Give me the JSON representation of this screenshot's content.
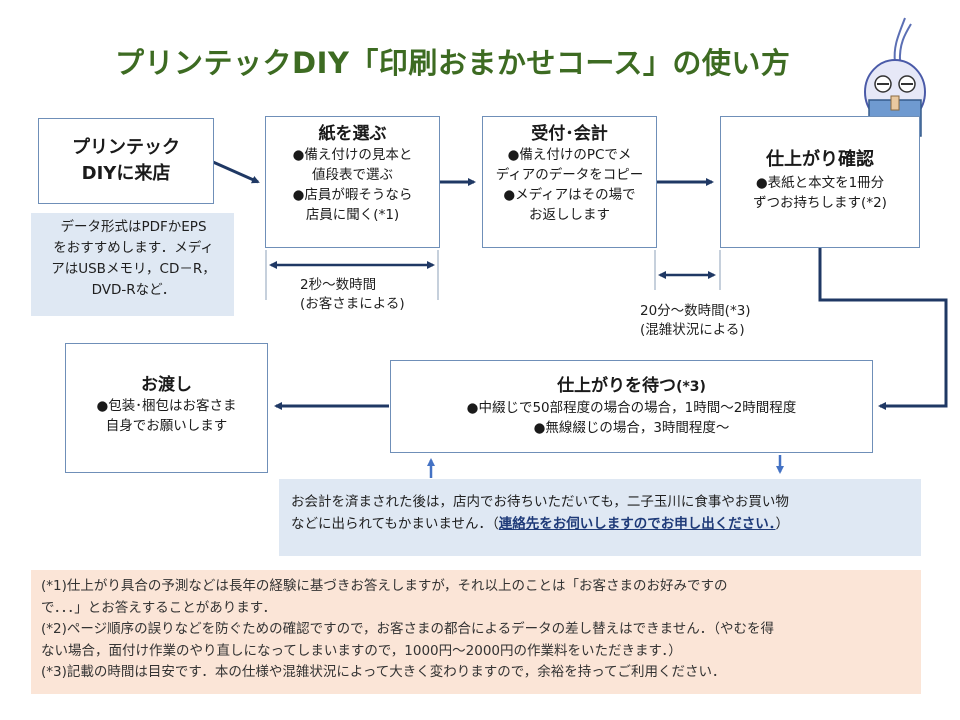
{
  "title": "プリンテックDIY「印刷おまかせコース」の使い方",
  "steps": {
    "visit": {
      "label_1": "プリンテック",
      "label_2": "DIYに来店"
    },
    "select_paper": {
      "title": "紙を選ぶ",
      "line_1": "●備え付けの見本と",
      "line_2": "値段表で選ぶ",
      "line_3": "●店員が暇そうなら",
      "line_4": "店員に聞く(*1)"
    },
    "reception": {
      "title": "受付･会計",
      "line_1": "●備え付けのPCでメ",
      "line_2": "ディアのデータをコピー",
      "line_3": "●メディアはその場で",
      "line_4": "お返しします"
    },
    "confirm": {
      "title": "仕上がり確認",
      "line_1": "●表紙と本文を1冊分",
      "line_2": "ずつお持ちします(*2)"
    },
    "wait": {
      "title": "仕上がりを待つ",
      "title_ref": "(*3)",
      "line_1": "●中綴じで50部程度の場合の場合，1時間～2時間程度",
      "line_2": "●無線綴じの場合，3時間程度～"
    },
    "handover": {
      "title": "お渡し",
      "line_1": "●包装･梱包はお客さま",
      "line_2": "自身でお願いします"
    }
  },
  "data_note": {
    "line_1": "データ形式はPDFかEPS",
    "line_2": "をおすすめします．メディ",
    "line_3": "アはUSBメモリ，CD－R，",
    "line_4": "DVD-Rなど．"
  },
  "durations": {
    "paper": {
      "line_1": "2秒～数時間",
      "line_2": "(お客さまによる)"
    },
    "confirm": {
      "line_1": "20分～数時間(*3)",
      "line_2": "(混雑状況による)"
    }
  },
  "wait_note": {
    "line_1": "お会計を済まされた後は，店内でお待ちいただいても，二子玉川に食事やお買い物",
    "line_2a": "などに出られてもかまいません．（",
    "line_2b": "連絡先をお伺いしますのでお申し出ください．",
    "line_2c": "）"
  },
  "footnotes": {
    "f1_a": "(*1)仕上がり具合の予測などは長年の経験に基づきお答えしますが，それ以上のことは「お客さまのお好みですの",
    "f1_b": "で．．．」とお答えすることがあります．",
    "f2_a": "(*2)ページ順序の誤りなどを防ぐための確認ですので，お客さまの都合によるデータの差し替えはできません．（やむを得",
    "f2_b": "ない場合，面付け作業のやり直しになってしまいますので，1000円～2000円の作業料をいただきます．）",
    "f3": "(*3)記載の時間は目安です．本の仕様や混雑状況によって大きく変わりますので，余裕を持ってご利用ください．"
  },
  "colors": {
    "title": "#3d6b22",
    "arrow": "#1f3864",
    "box_border": "#6f8fb8",
    "note_bg": "#dfe8f3",
    "footnote_bg": "#fbe5d7",
    "up_arrow": "#4472c4"
  },
  "mascot_icon": "mascot-icon"
}
